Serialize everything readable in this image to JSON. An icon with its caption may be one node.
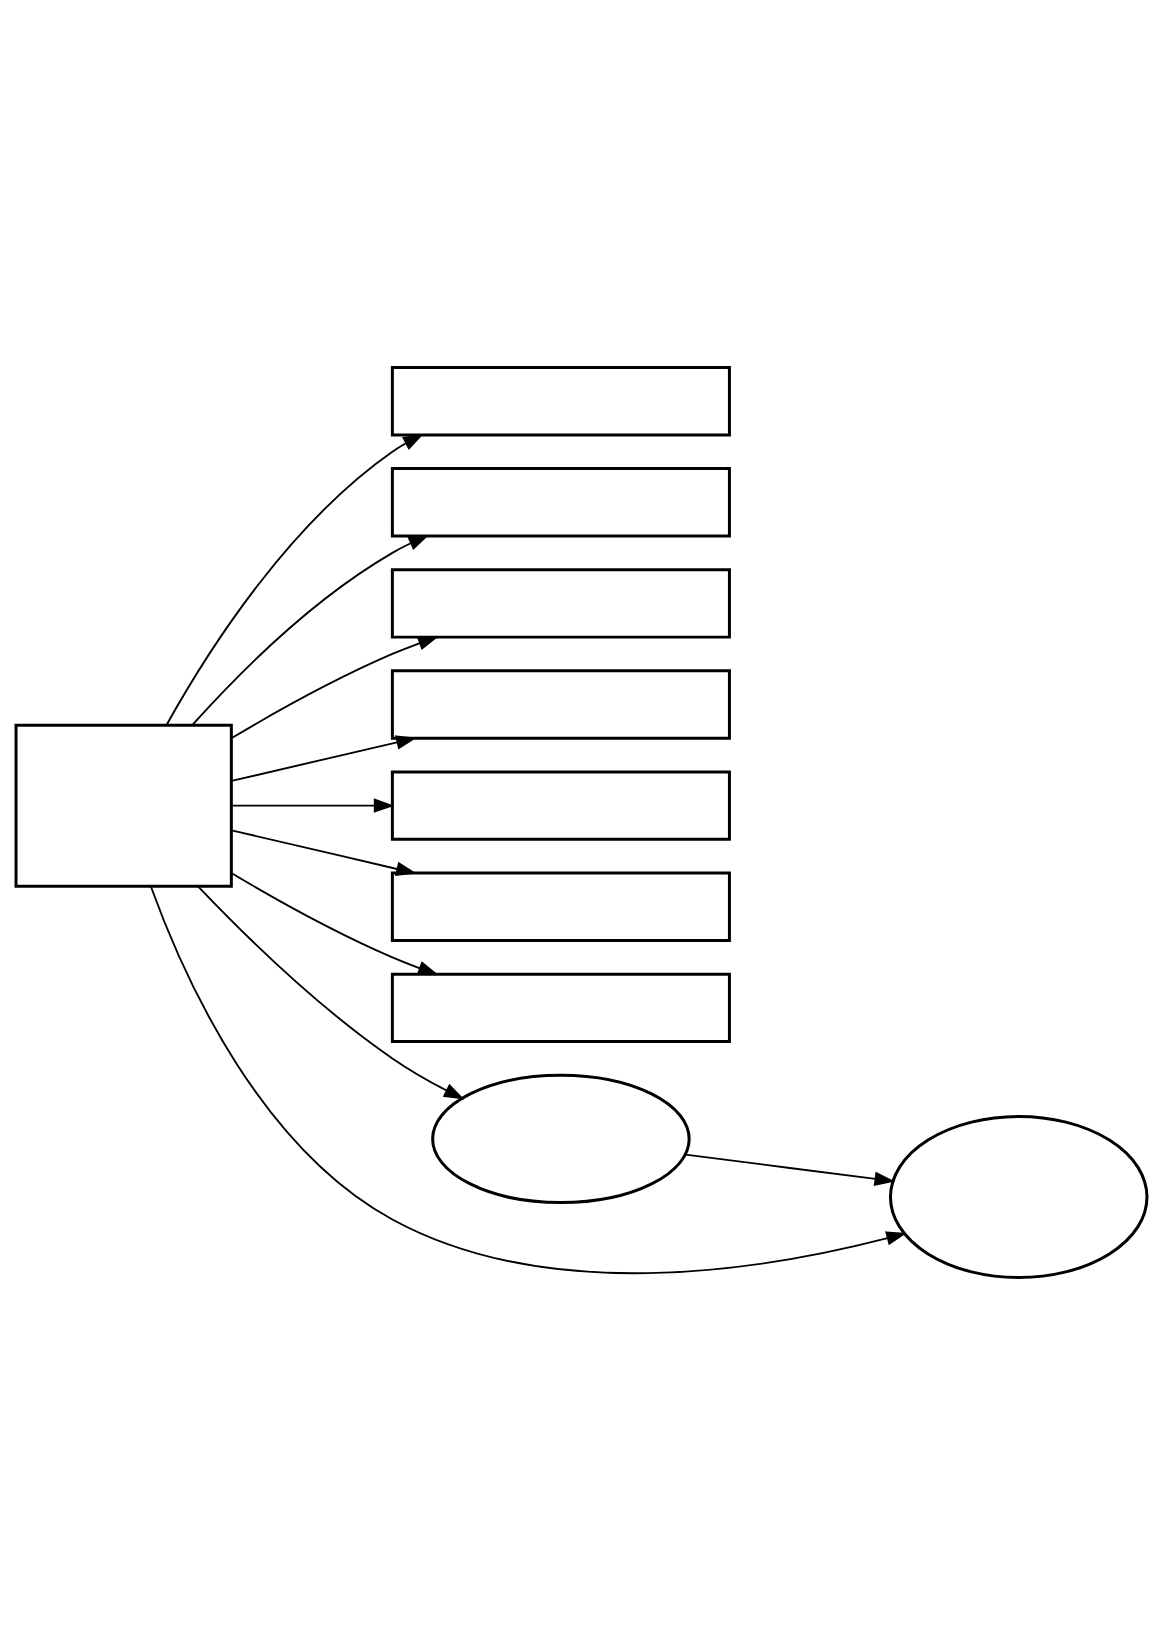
{
  "diagram": {
    "nodes": [
      {
        "text": [],
        "shape": "box"
      },
      {
        "text": [],
        "shape": "box"
      },
      {
        "text": [],
        "shape": "box"
      },
      {
        "text": [],
        "shape": "box"
      },
      {
        "text": [],
        "shape": "box"
      },
      {
        "text": [],
        "shape": "box"
      },
      {
        "text": [],
        "shape": "box"
      },
      {
        "text": [],
        "shape": "box"
      },
      {
        "text": [],
        "shape": "ellipse"
      },
      {
        "text": [],
        "shape": "ellipse"
      }
    ],
    "edges": [
      {
        "from": 7,
        "to": 0,
        "arrow": "to"
      },
      {
        "from": 7,
        "to": 1,
        "arrow": "to"
      },
      {
        "from": 7,
        "to": 2,
        "arrow": "to"
      },
      {
        "from": 7,
        "to": 3,
        "arrow": "to"
      },
      {
        "from": 7,
        "to": 4,
        "arrow": "to"
      },
      {
        "from": 7,
        "to": 5,
        "arrow": "to"
      },
      {
        "from": 7,
        "to": 6,
        "arrow": "to"
      },
      {
        "from": 7,
        "to": 8,
        "arrow": "to"
      },
      {
        "from": 8,
        "to": 9,
        "arrow": "to"
      },
      {
        "from": 7,
        "to": 9,
        "arrow": "to"
      }
    ]
  }
}
